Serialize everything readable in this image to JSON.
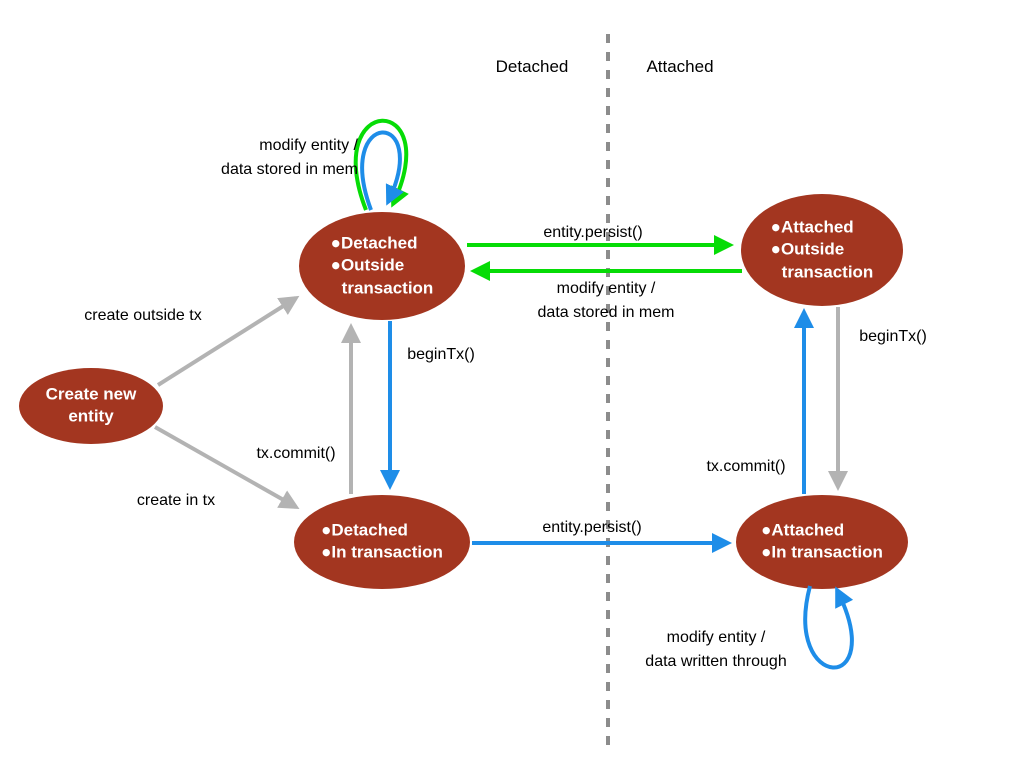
{
  "diagram": {
    "regions": {
      "left": "Detached",
      "right": "Attached"
    },
    "nodes": {
      "create_new": {
        "lines": [
          "Create new",
          "entity"
        ]
      },
      "detached_outside": {
        "lines": [
          "●Detached",
          "●Outside",
          "transaction"
        ]
      },
      "detached_in": {
        "lines": [
          "●Detached",
          "●In transaction"
        ]
      },
      "attached_outside": {
        "lines": [
          "●Attached",
          "●Outside",
          "transaction"
        ]
      },
      "attached_in": {
        "lines": [
          "●Attached",
          "●In transaction"
        ]
      }
    },
    "edges": {
      "create_outside_tx": "create outside tx",
      "create_in_tx": "create in tx",
      "modify_entity_mem_loop": {
        "lines": [
          "modify entity /",
          "data stored in mem"
        ]
      },
      "entity_persist_top": "entity.persist()",
      "modify_entity_mem_back": {
        "lines": [
          "modify entity /",
          "data stored in mem"
        ]
      },
      "begin_tx_left": "beginTx()",
      "tx_commit_left": "tx.commit()",
      "entity_persist_bottom": "entity.persist()",
      "begin_tx_right": "beginTx()",
      "tx_commit_right": "tx.commit()",
      "modify_entity_written_loop": {
        "lines": [
          "modify entity /",
          "data written through"
        ]
      }
    }
  },
  "colors": {
    "background": "#ffffff",
    "node-fill": "#a33620",
    "node-text": "#ffffff",
    "label-text": "#000000",
    "arrow-gray": "#b3b3b3",
    "arrow-blue": "#1e8de8",
    "arrow-green": "#06dc06",
    "divider": "#8c8c8c"
  }
}
